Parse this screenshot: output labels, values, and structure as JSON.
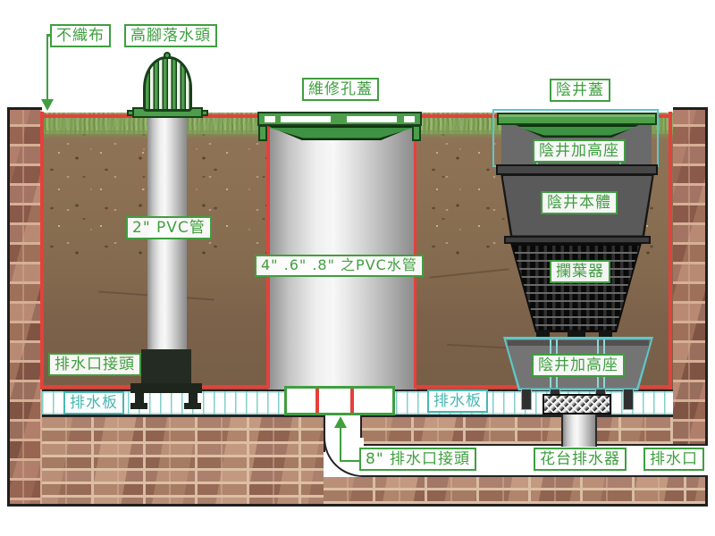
{
  "diagram": {
    "title_domain": "planter-drainage-cross-section",
    "labels": {
      "nonwoven_fabric": "不織布",
      "elevated_drain_head": "高腳落水頭",
      "maintenance_hole_cover": "維修孔蓋",
      "sump_cover": "陰井蓋",
      "pvc_pipe_2": "2\" PVC管",
      "pvc_pipe_468": "4\" .6\" .8\" 之PVC水管",
      "sump_riser_upper": "陰井加高座",
      "sump_body": "陰井本體",
      "leaf_strainer": "攔葉器",
      "sump_riser_lower": "陰井加高座",
      "drain_outlet_connector": "排水口接頭",
      "drain_board_left": "排水板",
      "drain_board_right": "排水板",
      "drain_outlet_connector_8": "8\" 排水口接頭",
      "planter_drain": "花台排水器",
      "drain_outlet": "排水口"
    },
    "colors": {
      "label_green": "#3f9f3f",
      "label_teal": "#49b8b1",
      "fabric_red": "#e6403a",
      "component_teal": "#5ec8c9",
      "cover_green": "#4d9e4b",
      "soil_brown": "#8b7053",
      "brick_red": "#a9755e"
    }
  }
}
